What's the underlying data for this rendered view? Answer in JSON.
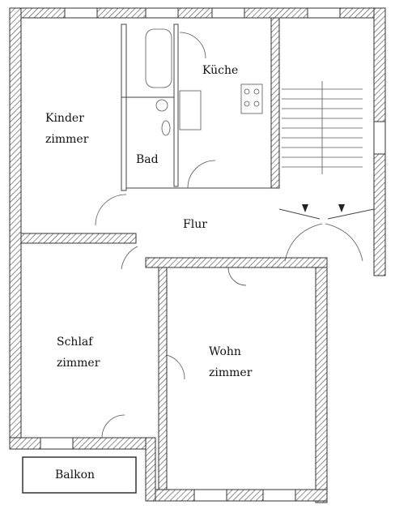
{
  "rooms": {
    "kinderzimmer": {
      "line1": "Kinder",
      "line2": "zimmer"
    },
    "bad": {
      "label": "Bad"
    },
    "kueche": {
      "label": "Küche"
    },
    "flur": {
      "label": "Flur"
    },
    "schlafzimmer": {
      "line1": "Schlaf",
      "line2": "zimmer"
    },
    "wohnzimmer": {
      "line1": "Wohn",
      "line2": "zimmer"
    },
    "balkon": {
      "label": "Balkon"
    }
  }
}
